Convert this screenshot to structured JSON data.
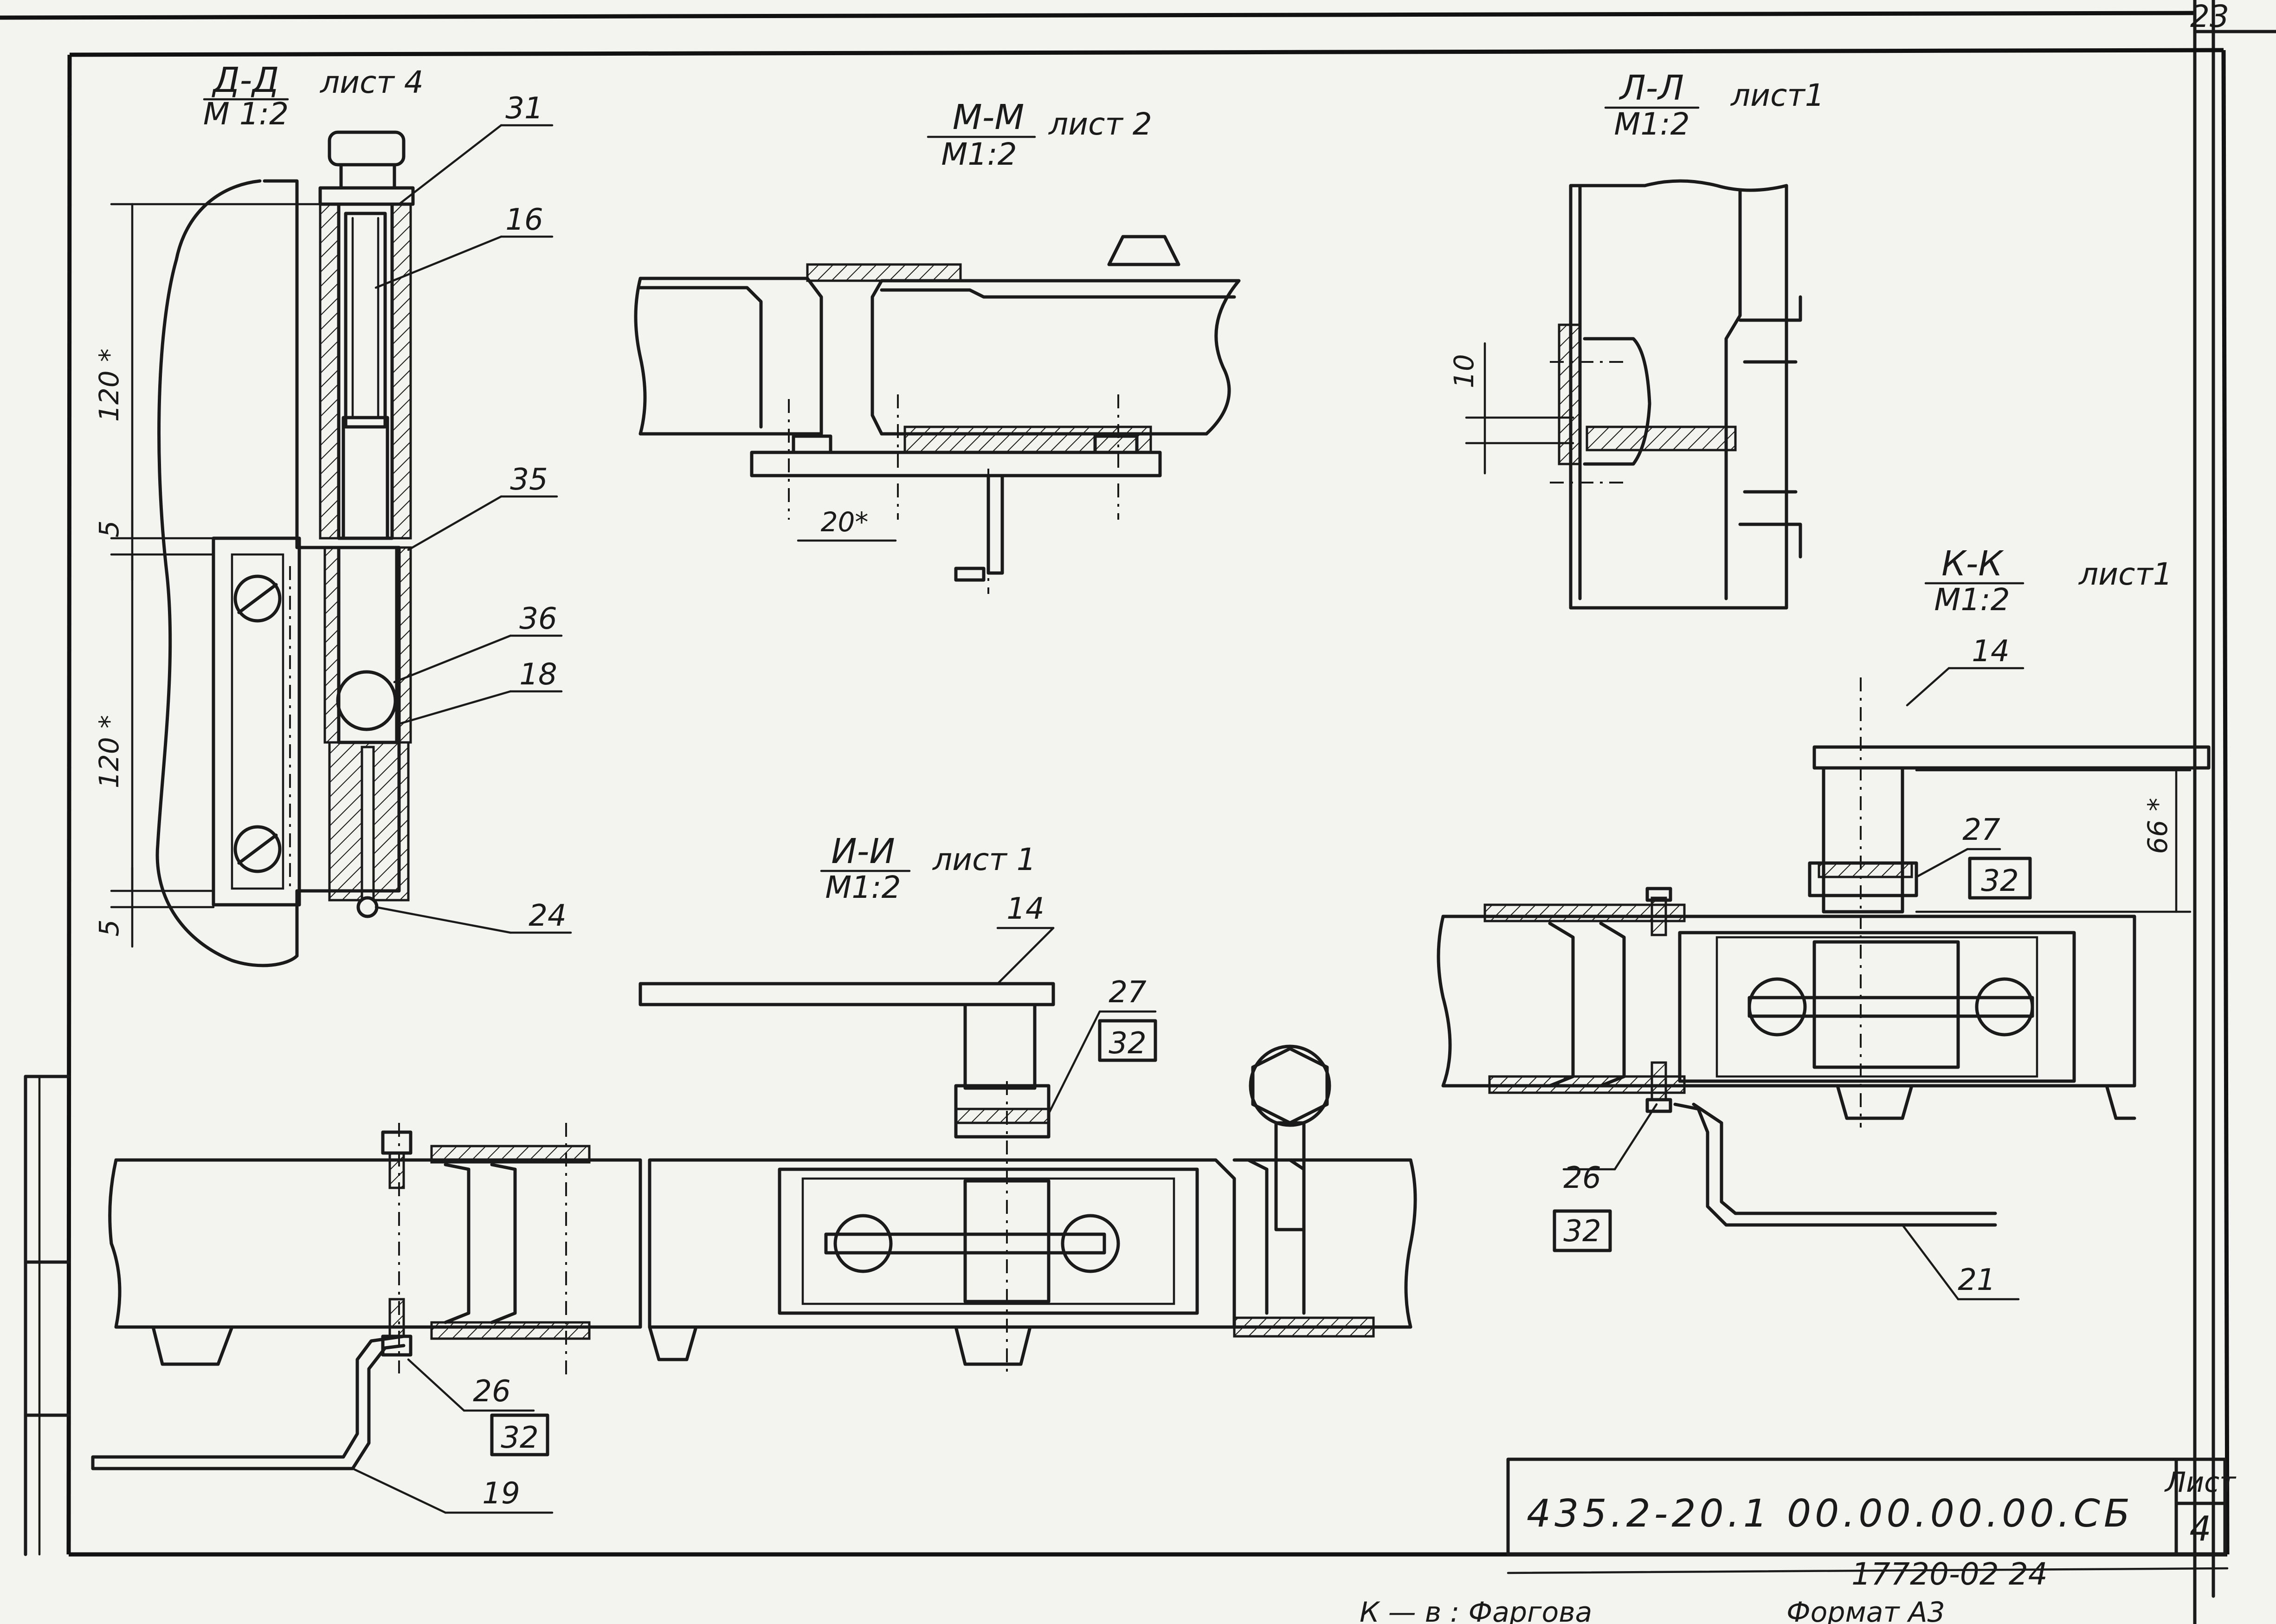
{
  "sheet": {
    "corner_number": "23",
    "designation": "435.2-20.1 00.00.00.00.СБ",
    "sheet_label": "Лист",
    "sheet_number": "4",
    "archive_number": "17720-02 24",
    "copied_by": "К — в : Фаргова",
    "format_label": "Формат А3"
  },
  "sections": {
    "dd": {
      "title": "Д-Д",
      "scale": "М 1:2",
      "ref": "лист 4"
    },
    "mm": {
      "title": "М-М",
      "scale": "М1:2",
      "ref": "лист 2"
    },
    "ll": {
      "title": "Л-Л",
      "scale": "М1:2",
      "ref": "лист1"
    },
    "kk": {
      "title": "К-К",
      "scale": "М1:2",
      "ref": "лист1"
    },
    "ii": {
      "title": "И-И",
      "scale": "М1:2",
      "ref": "лист 1"
    }
  },
  "dimensions": {
    "dd_upper": "120 *",
    "dd_gap": "5",
    "dd_lower": "120 *",
    "dd_bottom": "5",
    "mm_width": "20*",
    "ll_height": "10",
    "kk_height": "66 *"
  },
  "callouts": {
    "dd": [
      "31",
      "16",
      "35",
      "36",
      "18",
      "24"
    ],
    "ii_top": "14",
    "ii_27": "27",
    "ii_32a": "32",
    "ii_26": "26",
    "ii_32b": "32",
    "ii_19": "19",
    "kk_14": "14",
    "kk_27": "27",
    "kk_32a": "32",
    "kk_26": "26",
    "kk_32b": "32",
    "kk_21": "21"
  }
}
